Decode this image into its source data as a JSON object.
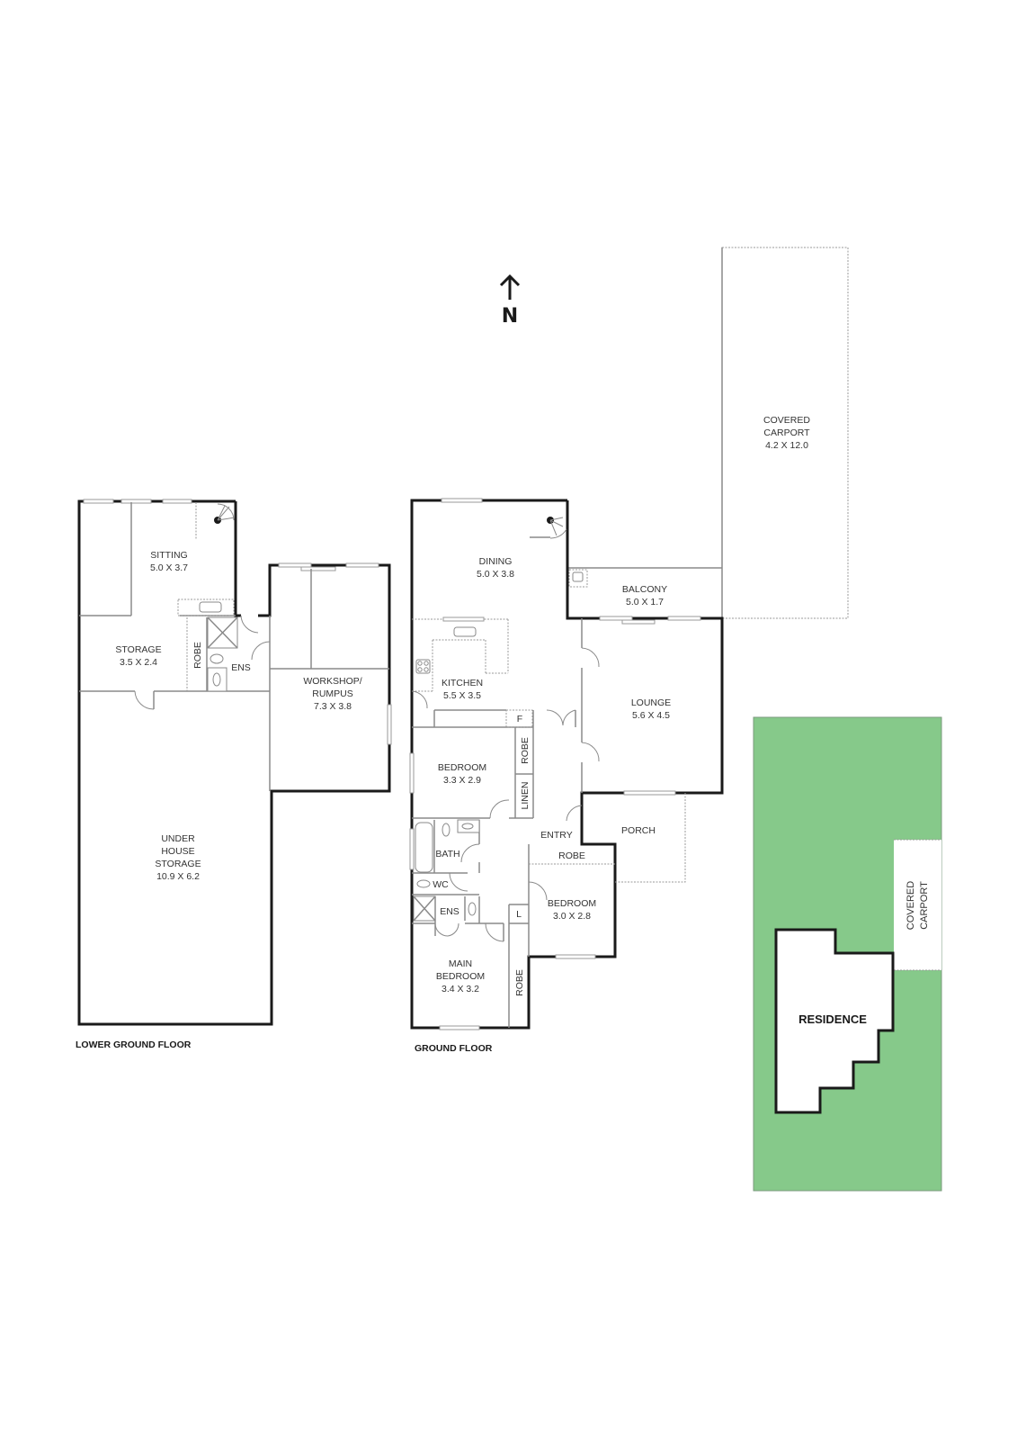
{
  "compass": {
    "label": "N"
  },
  "floors": {
    "lower_ground": {
      "title": "LOWER GROUND FLOOR",
      "rooms": {
        "sitting": {
          "name": "SITTING",
          "size": "5.0 X 3.7"
        },
        "storage": {
          "name": "STORAGE",
          "size": "3.5 X 2.4"
        },
        "robe": {
          "name": "ROBE"
        },
        "ens": {
          "name": "ENS"
        },
        "workshop": {
          "name1": "WORKSHOP/",
          "name2": "RUMPUS",
          "size": "7.3 X 3.8"
        },
        "under_house": {
          "name1": "UNDER",
          "name2": "HOUSE",
          "name3": "STORAGE",
          "size": "10.9 X 6.2"
        }
      }
    },
    "ground": {
      "title": "GROUND FLOOR",
      "rooms": {
        "dining": {
          "name": "DINING",
          "size": "5.0 X 3.8"
        },
        "balcony": {
          "name": "BALCONY",
          "size": "5.0 X 1.7"
        },
        "carport": {
          "name1": "COVERED",
          "name2": "CARPORT",
          "size": "4.2 X 12.0"
        },
        "kitchen": {
          "name": "KITCHEN",
          "size": "5.5 X 3.5"
        },
        "fridge": {
          "name": "F"
        },
        "lounge": {
          "name": "LOUNGE",
          "size": "5.6 X 4.5"
        },
        "bedroom1": {
          "name": "BEDROOM",
          "size": "3.3 X 2.9"
        },
        "robe1": {
          "name": "ROBE"
        },
        "linen": {
          "name": "LINEN"
        },
        "bath": {
          "name": "BATH"
        },
        "entry": {
          "name": "ENTRY"
        },
        "porch": {
          "name": "PORCH"
        },
        "robe2": {
          "name": "ROBE"
        },
        "wc": {
          "name": "WC"
        },
        "ens": {
          "name": "ENS"
        },
        "laundry": {
          "name": "L"
        },
        "bedroom2": {
          "name": "BEDROOM",
          "size": "3.0 X 2.8"
        },
        "main_bedroom": {
          "name1": "MAIN",
          "name2": "BEDROOM",
          "size": "3.4 X 3.2"
        },
        "robe3": {
          "name": "ROBE"
        }
      }
    }
  },
  "site_plan": {
    "residence": "RESIDENCE",
    "carport1": "COVERED",
    "carport2": "CARPORT",
    "colors": {
      "lawn": "#86c98a",
      "lawn_border": "#7a9a7c"
    }
  }
}
